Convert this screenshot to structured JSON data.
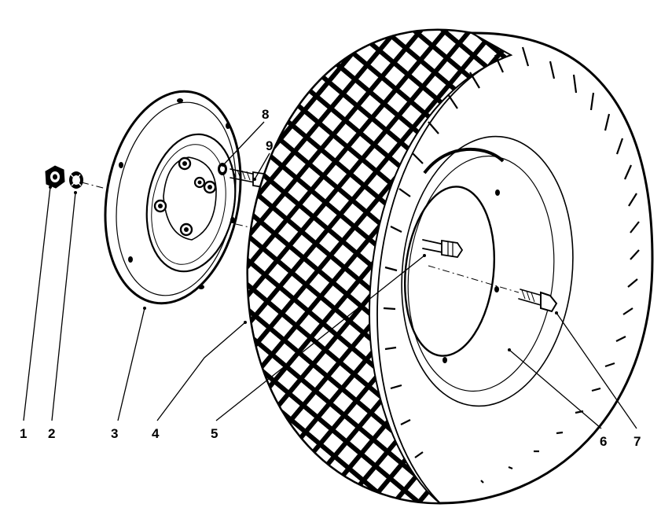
{
  "callouts": [
    {
      "id": "1",
      "label": "1"
    },
    {
      "id": "2",
      "label": "2"
    },
    {
      "id": "3",
      "label": "3"
    },
    {
      "id": "4",
      "label": "4"
    },
    {
      "id": "5",
      "label": "5"
    },
    {
      "id": "6",
      "label": "6"
    },
    {
      "id": "7",
      "label": "7"
    },
    {
      "id": "8",
      "label": "8"
    },
    {
      "id": "9",
      "label": "9"
    }
  ],
  "colors": {
    "ink": "#000000",
    "background": "#ffffff"
  },
  "icons": [
    "hex-nut",
    "lock-washer",
    "wheel-hub-plate",
    "tire",
    "valve-stem",
    "wheel-rim",
    "rim-bolt",
    "hub-washer",
    "hub-bolt"
  ]
}
